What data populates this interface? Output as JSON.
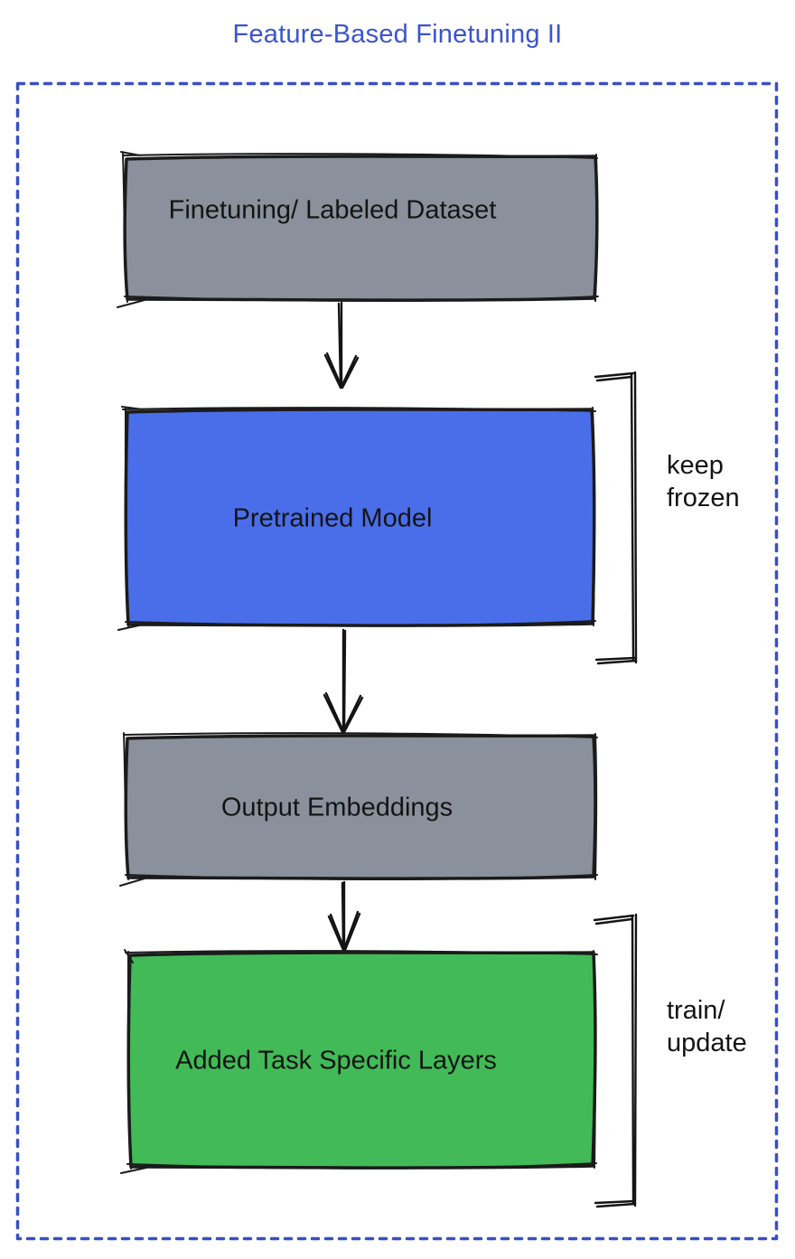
{
  "title": "Feature-Based Finetuning II",
  "colors": {
    "title_blue": "#3c55cc",
    "border_blue": "#3a4fc4",
    "box_gray": "#8a919c",
    "box_blue": "#4a6ee9",
    "box_green": "#41ba57",
    "ink": "#141414"
  },
  "flow": {
    "boxes": [
      {
        "label": "Finetuning/ Labeled Dataset",
        "fill": "#8a919c"
      },
      {
        "label": "Pretrained Model",
        "fill": "#4a6ee9"
      },
      {
        "label": "Output Embeddings",
        "fill": "#8a919c"
      },
      {
        "label": "Added Task Specific Layers",
        "fill": "#41ba57"
      }
    ],
    "annotations": [
      {
        "lines": [
          "keep",
          "frozen"
        ]
      },
      {
        "lines": [
          "train/",
          "update"
        ]
      }
    ]
  }
}
